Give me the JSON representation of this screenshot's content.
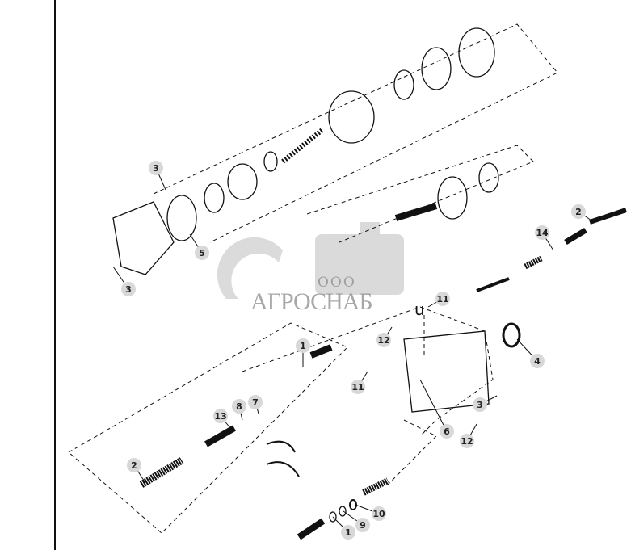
{
  "watermark": {
    "prefix": "ООО",
    "name": "АГРОСНАБ"
  },
  "callouts": [
    "3",
    "5",
    "3",
    "2",
    "14",
    "11",
    "12",
    "4",
    "1",
    "11",
    "13",
    "8",
    "7",
    "3",
    "6",
    "12",
    "2",
    "10",
    "9",
    "1"
  ],
  "stray_mark": "u",
  "colors": {
    "line": "#111111",
    "callout_fill": "#d8d8d8",
    "watermark": "#8a8a8a"
  }
}
